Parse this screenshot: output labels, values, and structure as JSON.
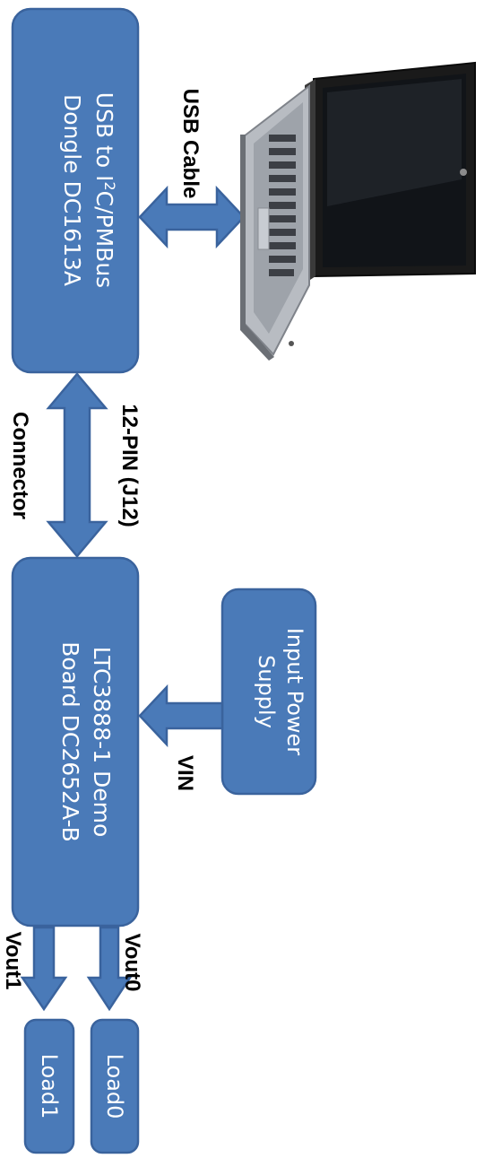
{
  "boxes": {
    "dongle": {
      "line1": "USB to I",
      "sup": "2",
      "line1_tail": "C/PMBus",
      "line2": "Dongle DC1613A"
    },
    "demo_board": {
      "line1": "LTC3888-1 Demo",
      "line2": "Board DC2652A-B"
    },
    "power_supply": {
      "line1": "Input Power",
      "line2": "Supply"
    },
    "load0": {
      "label": "Load0"
    },
    "load1": {
      "label": "Load1"
    }
  },
  "labels": {
    "usb_cable": "USB Cable",
    "connector_line1": "12-PIN (J12)",
    "connector_line2": "Connector",
    "vin": "VIN",
    "vout0": "Vout0",
    "vout1": "Vout1"
  },
  "colors": {
    "box_fill": "#4a7ab8",
    "box_stroke": "#3a639d",
    "text_on_box": "#ffffff",
    "label_text": "#000000"
  },
  "icons": {
    "computer": "laptop-icon"
  }
}
